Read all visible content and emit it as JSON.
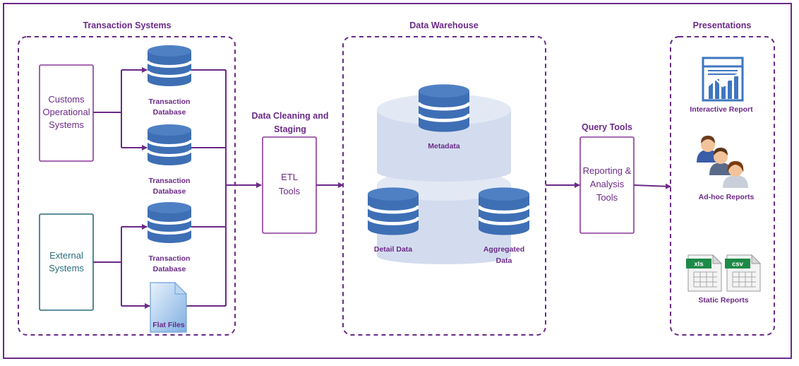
{
  "sections": {
    "transaction_systems": "Transaction Systems",
    "data_cleaning_line1": "Data Cleaning and",
    "data_cleaning_line2": "Staging",
    "data_warehouse": "Data Warehouse",
    "query_tools": "Query Tools",
    "presentations": "Presentations"
  },
  "sources": {
    "customs_line1": "Customs",
    "customs_line2": "Operational",
    "customs_line3": "Systems",
    "external_line1": "External",
    "external_line2": "Systems"
  },
  "databases": {
    "db_line1": "Transaction",
    "db_line2": "Database",
    "flat_files": "Flat Files"
  },
  "etl": {
    "line1": "ETL",
    "line2": "Tools"
  },
  "warehouse": {
    "metadata": "Metadata",
    "detail_data": "Detail Data",
    "aggregated_line1": "Aggregated",
    "aggregated_line2": "Data"
  },
  "query": {
    "line1": "Reporting &",
    "line2": "Analysis",
    "line3": "Tools"
  },
  "outputs": {
    "interactive": "Interactive Report",
    "adhoc": "Ad-hoc Reports",
    "static": "Static Reports",
    "xls": "xls",
    "csv": "csv"
  },
  "colors": {
    "purple": "#6b2a87",
    "db_blue": "#3e6fb5",
    "platform": "#d3dcee",
    "teal": "#2a6c7a"
  }
}
